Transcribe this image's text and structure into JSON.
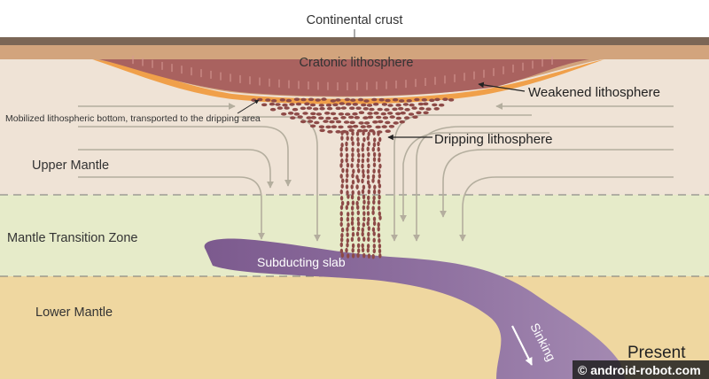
{
  "diagram": {
    "labels": {
      "continental_crust": "Continental crust",
      "cratonic_lithosphere": "Cratonic lithosphere",
      "weakened_lithosphere": "Weakened lithosphere",
      "mobilized_bottom": "Mobilized lithospheric bottom, transported to the dripping area",
      "dripping_lithosphere": "Dripping lithosphere",
      "upper_mantle": "Upper Mantle",
      "transition_zone": "Mantle Transition Zone",
      "lower_mantle": "Lower Mantle",
      "subducting_slab": "Subducting slab",
      "sinking": "Sinking",
      "present": "Present"
    },
    "watermark": "© android-robot.com",
    "colors": {
      "crust": "#7b6656",
      "crust_base": "#d2a47d",
      "upper_mantle": "#efe3d6",
      "transition_zone": "#e6ebc9",
      "lower_mantle": "#efd7a0",
      "lithosphere": "#a9625f",
      "weak_rim": "#f0a04a",
      "drip": "#8d4a47",
      "slab": "#8b6b9c",
      "arrow": "#b4ae9e"
    }
  }
}
